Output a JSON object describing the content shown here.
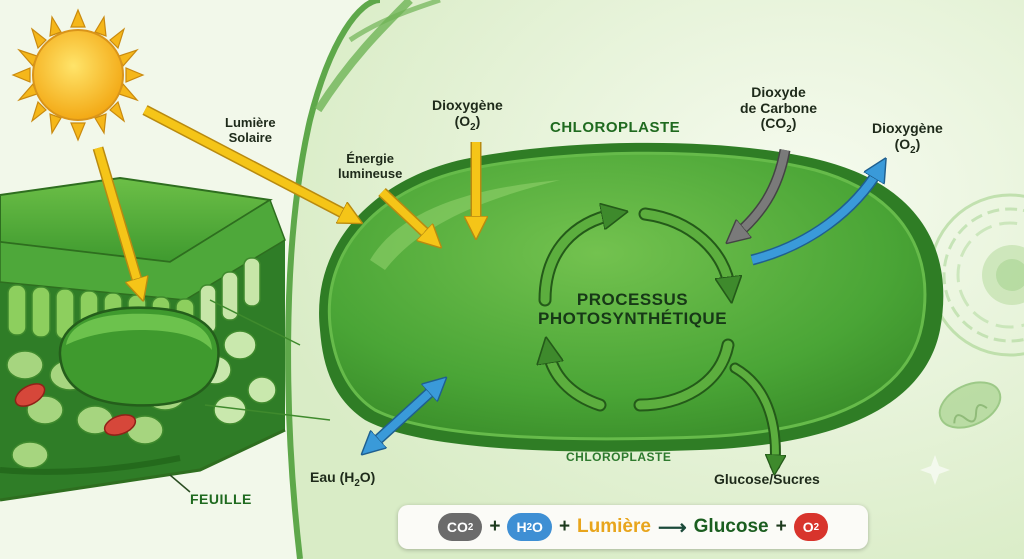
{
  "labels": {
    "solar_light": [
      "Lumière",
      "Solaire"
    ],
    "light_energy": [
      "Énergie",
      "lumineuse"
    ],
    "oxygen_in": [
      "Dioxygène",
      "(O",
      "2",
      ")"
    ],
    "chloroplast_top": "CHLOROPLASTE",
    "carbon_dioxide": [
      "Dioxyde",
      "de Carbone",
      "(CO",
      "2",
      ")"
    ],
    "oxygen_out": [
      "Dioxygène",
      "(O",
      "2",
      ")"
    ],
    "process": [
      "PROCESSUS",
      "PHOTOSYNTHÉTIQUE"
    ],
    "water": [
      "Eau (H",
      "2",
      "O)"
    ],
    "chloroplast_bottom": "CHLOROPLASTE",
    "glucose": "Glucose/Sucres",
    "leaf": "FEUILLE"
  },
  "equation": {
    "co2": [
      "CO",
      "2"
    ],
    "plus1": "+",
    "h2o": [
      "H",
      "2",
      "O"
    ],
    "plus2": "+",
    "light": "Lumière",
    "arrow": "⟶",
    "glucose": "Glucose",
    "plus3": "+",
    "o2": [
      "O",
      "2"
    ]
  },
  "colors": {
    "sun": "#f7c21a",
    "light_arrow": "#f5c518",
    "chloroplast": "#4fae3a",
    "co2_arrow": "#7a7a7a",
    "o2_arrow": "#3a9ad9",
    "water_arrow": "#3a9ad9",
    "cycle_arrow": "#3e8a2c"
  },
  "icons": [
    "sun-icon",
    "leaf-cross-section-icon",
    "chloroplast-icon",
    "mitochondrion-icon",
    "plant-cell-icon",
    "sparkle-icon"
  ]
}
